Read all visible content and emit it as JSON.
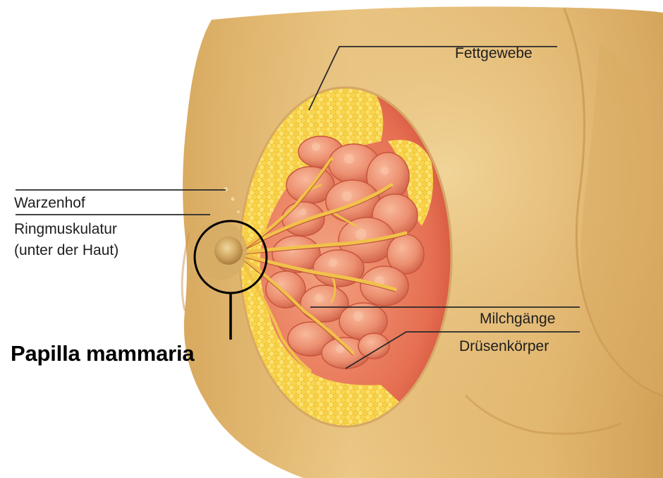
{
  "labels": {
    "fettgewebe": "Fettgewebe",
    "warzenhof": "Warzenhof",
    "ringmuskulatur_1": "Ringmuskulatur",
    "ringmuskulatur_2": "(unter der Haut)",
    "milchgaenge": "Milchgänge",
    "druesenkoerper": "Drüsenkörper",
    "papilla": "Papilla mammaria"
  },
  "colors": {
    "skin": "#e8c27e",
    "skin_shadow": "#c99a55",
    "fat": "#f6cc3a",
    "gland": "#e8876a",
    "interior_red": "#d9583e",
    "leader_line": "#2a2a2a"
  },
  "icons": [
    "breast-anatomy-illustration"
  ]
}
